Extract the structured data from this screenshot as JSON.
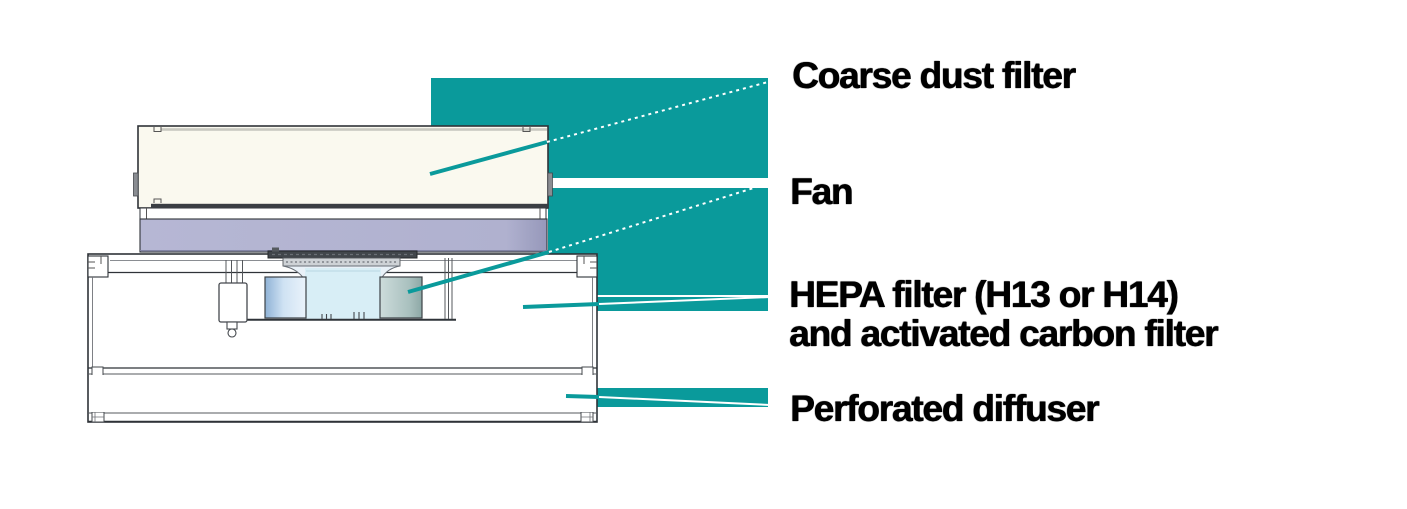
{
  "diagram": {
    "description": "Cross-section of an air purifier unit with four labelled components",
    "labels": [
      {
        "id": "coarse-dust-filter",
        "text": "Coarse dust filter"
      },
      {
        "id": "fan",
        "text": "Fan"
      },
      {
        "id": "hepa-activated-carbon",
        "line1": "HEPA filter (H13 or H14)",
        "line2": "and activated carbon filter"
      },
      {
        "id": "perforated-diffuser",
        "text": "Perforated diffuser"
      }
    ]
  },
  "colors": {
    "accent": "#0a9a9b",
    "label_text": "#000000",
    "filter_cassette_fill": "#faf9ef",
    "prefilter_fill": "#b3b4d2",
    "impeller_blue_left": "#a3c0dd",
    "impeller_teal_right": "#a9c0be",
    "motor_center_cyan": "#d8eef6",
    "outline": "#2f3338"
  }
}
